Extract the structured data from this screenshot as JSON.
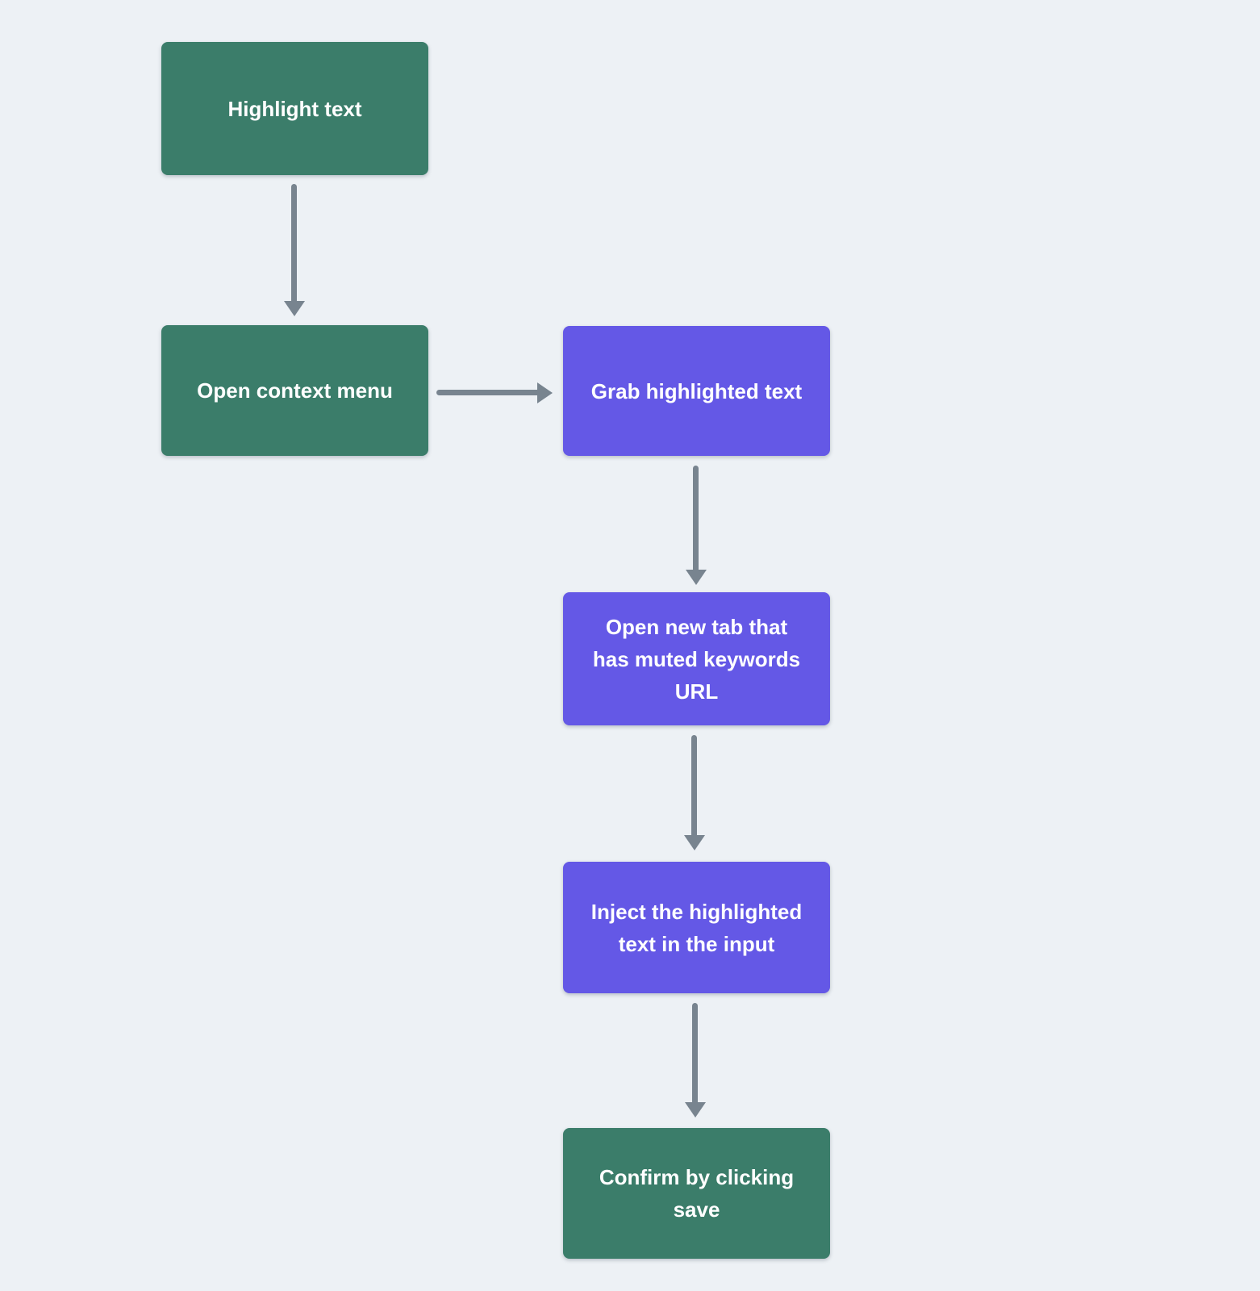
{
  "diagram": {
    "type": "flowchart",
    "background_color": "#edf1f5",
    "arrow_color": "#78848f",
    "text_color": "#ffffff",
    "node_colors": {
      "green": "#3b7d6a",
      "purple": "#6458e6"
    },
    "nodes": [
      {
        "id": "highlight-text",
        "label": "Highlight text",
        "color": "green"
      },
      {
        "id": "open-context-menu",
        "label": "Open context menu",
        "color": "green"
      },
      {
        "id": "grab-highlighted-text",
        "label": "Grab highlighted text",
        "color": "purple"
      },
      {
        "id": "open-new-tab-muted-keywords",
        "label": "Open new tab that\nhas muted keywords\nURL",
        "color": "purple"
      },
      {
        "id": "inject-highlighted-text",
        "label": "Inject the highlighted\ntext in the input",
        "color": "purple"
      },
      {
        "id": "confirm-save",
        "label": "Confirm by clicking\nsave",
        "color": "green"
      }
    ],
    "edges": [
      {
        "from": "highlight-text",
        "to": "open-context-menu",
        "direction": "down"
      },
      {
        "from": "open-context-menu",
        "to": "grab-highlighted-text",
        "direction": "right"
      },
      {
        "from": "grab-highlighted-text",
        "to": "open-new-tab-muted-keywords",
        "direction": "down"
      },
      {
        "from": "open-new-tab-muted-keywords",
        "to": "inject-highlighted-text",
        "direction": "down"
      },
      {
        "from": "inject-highlighted-text",
        "to": "confirm-save",
        "direction": "down"
      }
    ]
  }
}
